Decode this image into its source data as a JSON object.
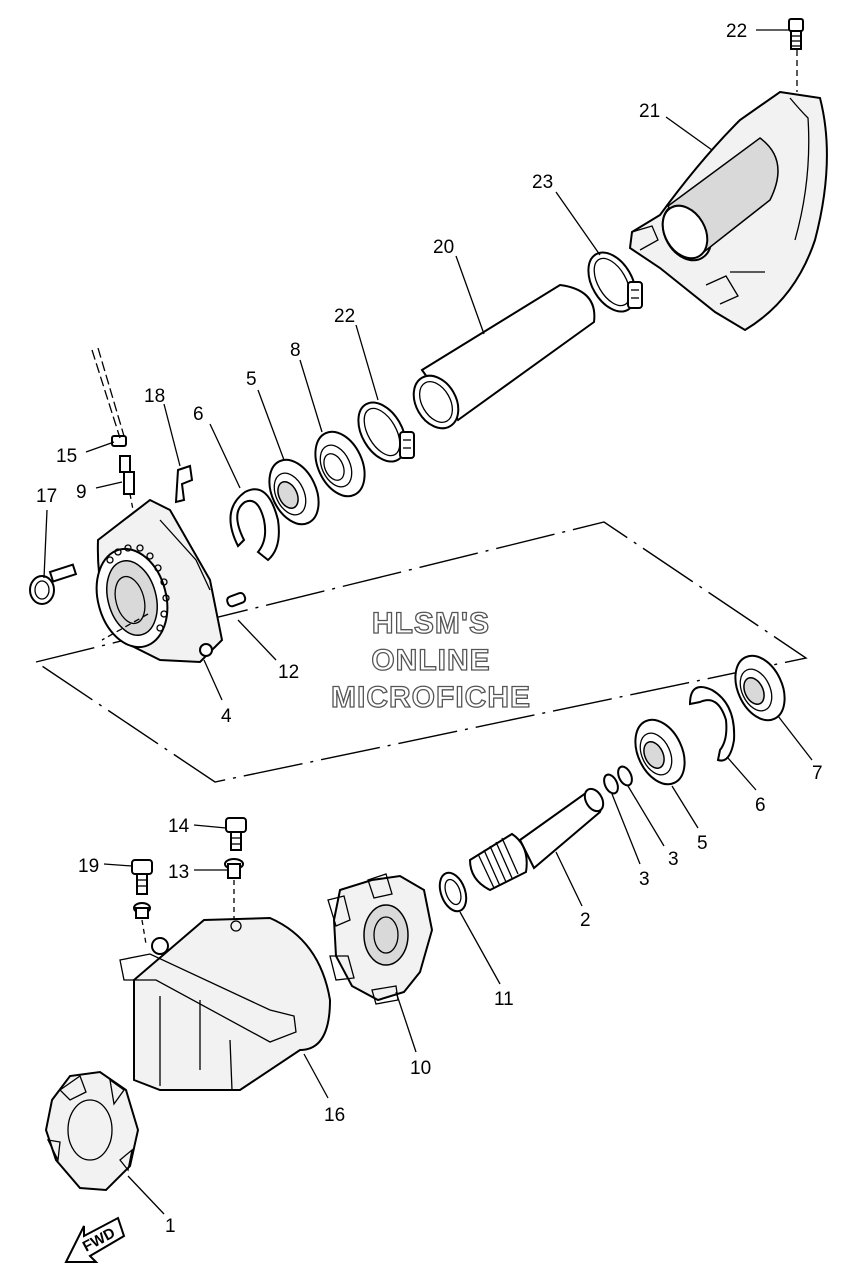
{
  "watermark": {
    "line1": "HLSM'S",
    "line2": "ONLINE",
    "line3": "MICROFICHE"
  },
  "direction_arrow": {
    "label": "FWD"
  },
  "callouts": [
    {
      "id": "c22a",
      "text": "22"
    },
    {
      "id": "c21",
      "text": "21"
    },
    {
      "id": "c23",
      "text": "23"
    },
    {
      "id": "c20",
      "text": "20"
    },
    {
      "id": "c22b",
      "text": "22"
    },
    {
      "id": "c8",
      "text": "8"
    },
    {
      "id": "c5a",
      "text": "5"
    },
    {
      "id": "c6a",
      "text": "6"
    },
    {
      "id": "c18",
      "text": "18"
    },
    {
      "id": "c15",
      "text": "15"
    },
    {
      "id": "c9",
      "text": "9"
    },
    {
      "id": "c17",
      "text": "17"
    },
    {
      "id": "c12",
      "text": "12"
    },
    {
      "id": "c4",
      "text": "4"
    },
    {
      "id": "c7",
      "text": "7"
    },
    {
      "id": "c6b",
      "text": "6"
    },
    {
      "id": "c5b",
      "text": "5"
    },
    {
      "id": "c3a",
      "text": "3"
    },
    {
      "id": "c3b",
      "text": "3"
    },
    {
      "id": "c2",
      "text": "2"
    },
    {
      "id": "c14",
      "text": "14"
    },
    {
      "id": "c13",
      "text": "13"
    },
    {
      "id": "c19",
      "text": "19"
    },
    {
      "id": "c11",
      "text": "11"
    },
    {
      "id": "c10",
      "text": "10"
    },
    {
      "id": "c16",
      "text": "16"
    },
    {
      "id": "c1",
      "text": "1"
    }
  ]
}
